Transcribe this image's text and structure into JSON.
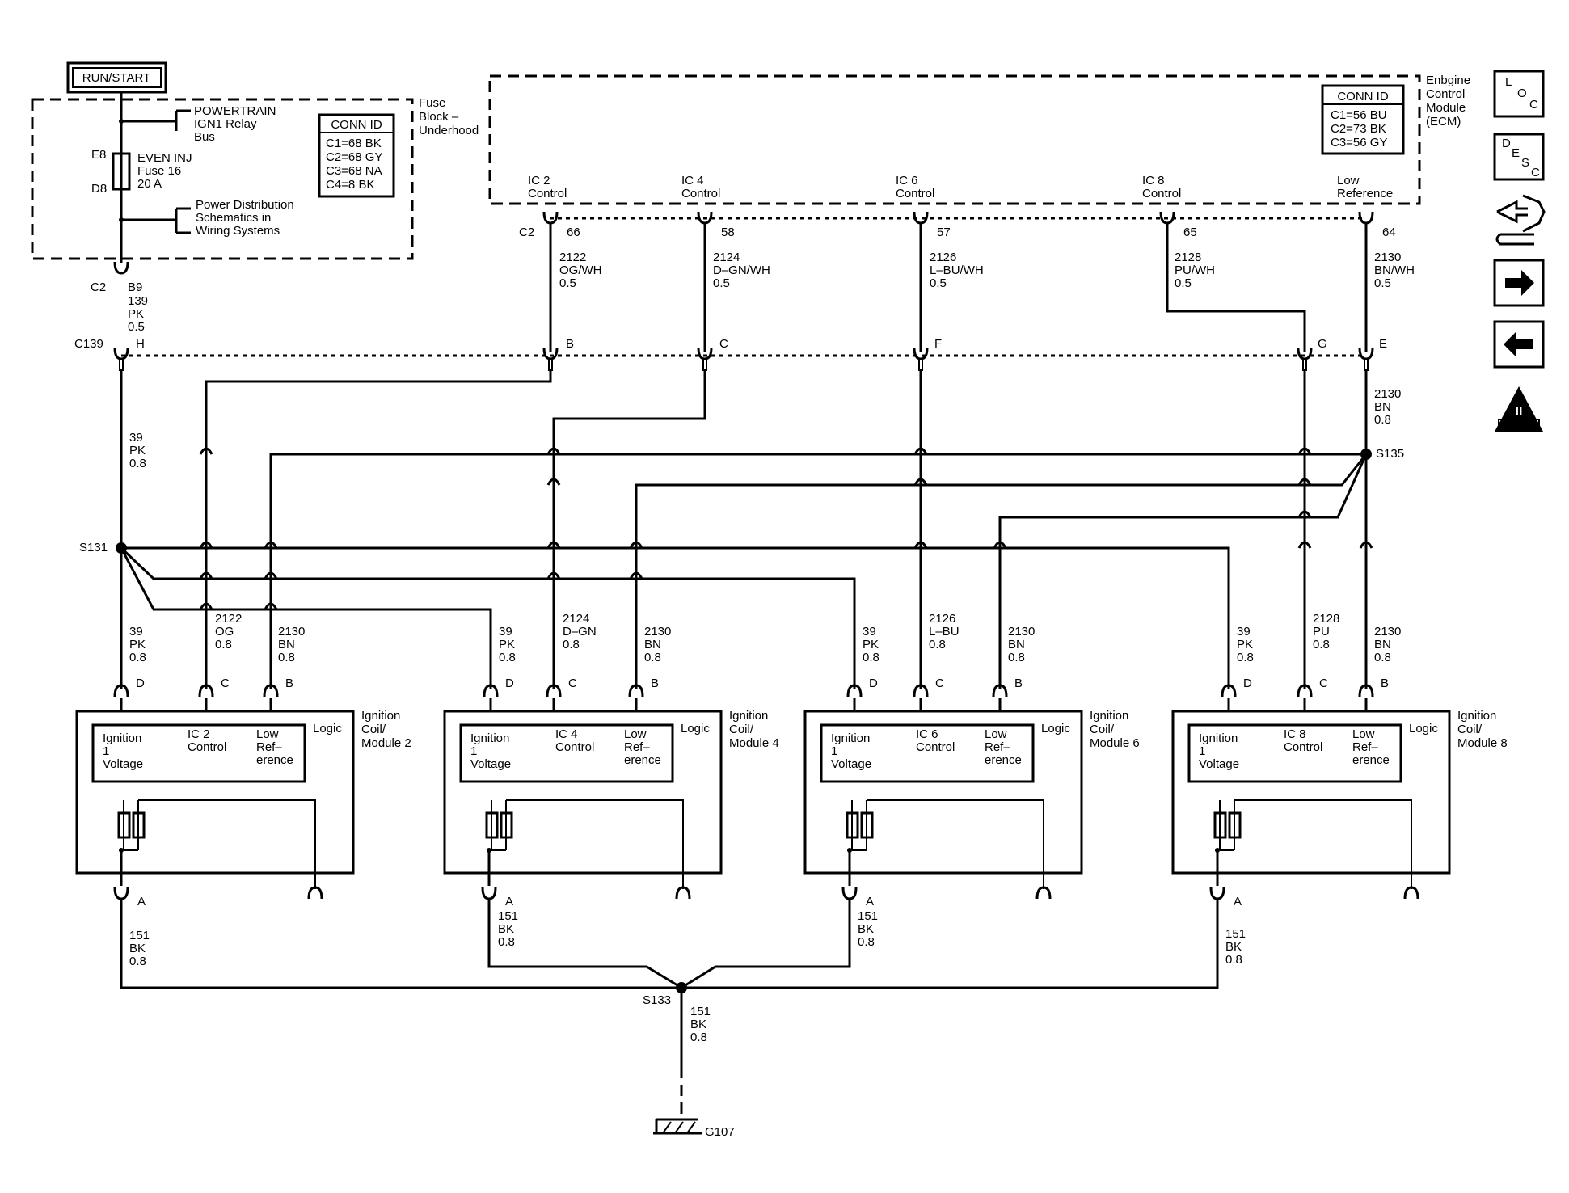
{
  "top": {
    "run_start": "RUN/START",
    "fuse_block": [
      "Fuse",
      "Block –",
      "Underhood"
    ],
    "powertrain": [
      "POWERTRAIN",
      "IGN1 Relay",
      "Bus"
    ],
    "fuse_pin_top": "E8",
    "fuse_pin_bottom": "D8",
    "fuse_label": [
      "EVEN INJ",
      "Fuse 16",
      "20 A"
    ],
    "power_dist": [
      "Power Distribution",
      "Schematics in",
      "Wiring Systems"
    ],
    "fuse_conn_title": "CONN ID",
    "fuse_conn": [
      "C1=68 BK",
      "C2=68 GY",
      "C3=68 NA",
      "C4=8 BK"
    ],
    "fuse_out_conn": "C2",
    "fuse_out_pin": "B9",
    "feed_wire": [
      "139",
      "PK",
      "0.5"
    ],
    "c139": "C139",
    "c139_pin": "H",
    "pk39": [
      "39",
      "PK",
      "0.8"
    ]
  },
  "ecm": {
    "name": [
      "Enbgine",
      "Control",
      "Module",
      "(ECM)"
    ],
    "conn_title": "CONN ID",
    "conn": [
      "C1=56 BU",
      "C2=73 BK",
      "C3=56 GY"
    ],
    "c2": "C2",
    "pins": [
      {
        "label": [
          "IC 2",
          "Control"
        ],
        "pin": "66",
        "wire": [
          "2122",
          "OG/WH",
          "0.5"
        ],
        "c139": "B"
      },
      {
        "label": [
          "IC 4",
          "Control"
        ],
        "pin": "58",
        "wire": [
          "2124",
          "D–GN/WH",
          "0.5"
        ],
        "c139": "C"
      },
      {
        "label": [
          "IC 6",
          "Control"
        ],
        "pin": "57",
        "wire": [
          "2126",
          "L–BU/WH",
          "0.5"
        ],
        "c139": "F"
      },
      {
        "label": [
          "IC 8",
          "Control"
        ],
        "pin": "65",
        "wire": [
          "2128",
          "PU/WH",
          "0.5"
        ],
        "c139": "G"
      },
      {
        "label": [
          "Low",
          "Reference"
        ],
        "pin": "64",
        "wire": [
          "2130",
          "BN/WH",
          "0.5"
        ],
        "c139": "E"
      }
    ],
    "low_ref_wire": [
      "2130",
      "BN",
      "0.8"
    ]
  },
  "splices": {
    "s131": "S131",
    "s135": "S135",
    "s133": "S133"
  },
  "coils": [
    {
      "name": [
        "Ignition",
        "Coil/",
        "Module 2"
      ],
      "ic": [
        "IC 2",
        "Control"
      ],
      "wires": [
        [
          "39",
          "PK",
          "0.8"
        ],
        [
          "2122",
          "OG",
          "0.8"
        ],
        [
          "2130",
          "BN",
          "0.8"
        ]
      ]
    },
    {
      "name": [
        "Ignition",
        "Coil/",
        "Module 4"
      ],
      "ic": [
        "IC 4",
        "Control"
      ],
      "wires": [
        [
          "39",
          "PK",
          "0.8"
        ],
        [
          "2124",
          "D–GN",
          "0.8"
        ],
        [
          "2130",
          "BN",
          "0.8"
        ]
      ]
    },
    {
      "name": [
        "Ignition",
        "Coil/",
        "Module 6"
      ],
      "ic": [
        "IC 6",
        "Control"
      ],
      "wires": [
        [
          "39",
          "PK",
          "0.8"
        ],
        [
          "2126",
          "L–BU",
          "0.8"
        ],
        [
          "2130",
          "BN",
          "0.8"
        ]
      ]
    },
    {
      "name": [
        "Ignition",
        "Coil/",
        "Module 8"
      ],
      "ic": [
        "IC 8",
        "Control"
      ],
      "wires": [
        [
          "39",
          "PK",
          "0.8"
        ],
        [
          "2128",
          "PU",
          "0.8"
        ],
        [
          "2130",
          "BN",
          "0.8"
        ]
      ]
    }
  ],
  "coil_common": {
    "pins": [
      "D",
      "C",
      "B",
      "A"
    ],
    "logic": "Logic",
    "ignition": [
      "Ignition",
      "1",
      "Voltage"
    ],
    "low_ref": [
      "Low",
      "Ref–",
      "erence"
    ]
  },
  "ground_wire": [
    "151",
    "BK",
    "0.8"
  ],
  "ground": "G107",
  "nav": {
    "loc": [
      "L",
      "O",
      "C"
    ],
    "desc": [
      "D",
      "E",
      "S",
      "C"
    ],
    "obd": "OBD II",
    "obd_roman": "II"
  }
}
